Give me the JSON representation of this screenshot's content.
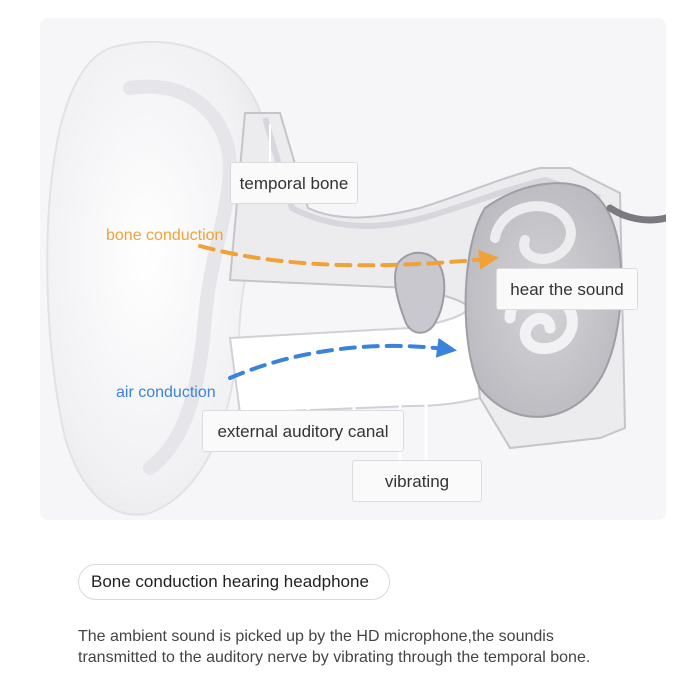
{
  "diagram": {
    "labels": {
      "temporal_bone": "temporal bone",
      "bone_conduction": "bone conduction",
      "hear_the_sound": "hear the sound",
      "air_conduction": "air conduction",
      "external_auditory_canal": "external auditory canal",
      "vibrating": "vibrating"
    },
    "colors": {
      "bone_conduction": "#f0a236",
      "air_conduction": "#3b82db"
    }
  },
  "caption": {
    "title": "Bone conduction hearing headphone",
    "description": "The ambient sound is picked up by the HD microphone,the soundis transmitted to the auditory nerve by vibrating through the temporal bone."
  }
}
